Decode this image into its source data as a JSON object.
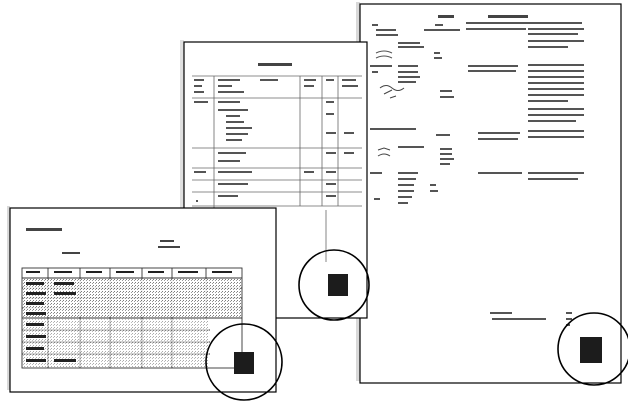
{
  "scene": {
    "description_free": true,
    "pages": [
      {
        "id": "back-right",
        "visible_text": []
      },
      {
        "id": "middle",
        "visible_text": []
      },
      {
        "id": "front-left",
        "visible_text": []
      }
    ],
    "marker_color": "#202020",
    "circle_color": "#000000",
    "paper_color": "#ffffff",
    "ink_color": "#3a3a3a"
  }
}
